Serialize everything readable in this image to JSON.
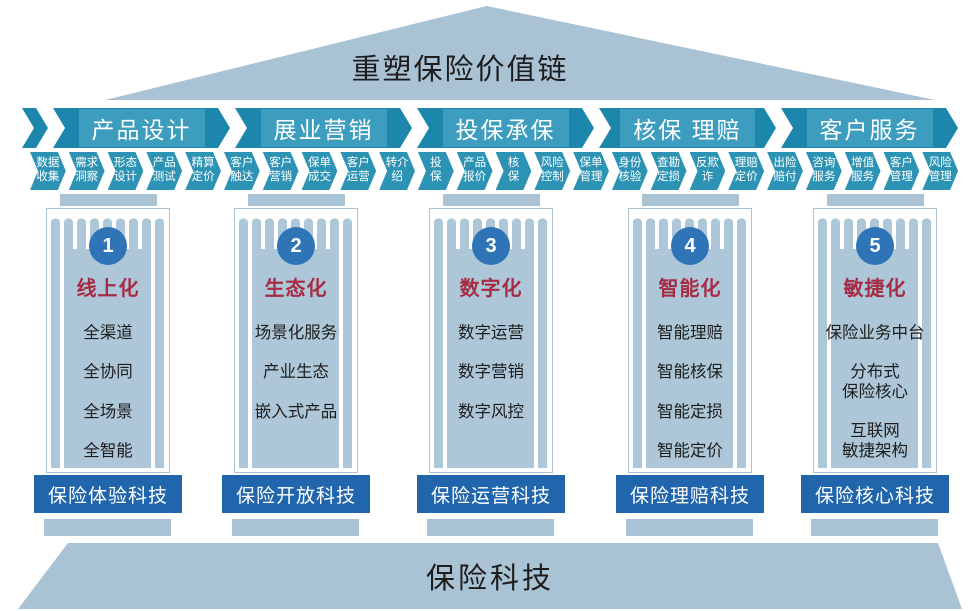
{
  "title": "重塑保险价值链",
  "base_label": "保险科技",
  "stages": [
    {
      "label": "产品设计",
      "steps": [
        "数据\n收集",
        "需求\n洞察",
        "形态\n设计",
        "产品\n测试",
        "精算\n定价"
      ]
    },
    {
      "label": "展业营销",
      "steps": [
        "客户\n触达",
        "客户\n营销",
        "保单\n成交",
        "客户\n运营",
        "转介\n绍"
      ]
    },
    {
      "label": "投保承保",
      "steps": [
        "投\n保",
        "产品\n报价",
        "核\n保",
        "风险\n控制",
        "保单\n管理"
      ]
    },
    {
      "label": "核保 理赔",
      "steps": [
        "身份\n核验",
        "查勘\n定损",
        "反欺\n诈",
        "理赔\n定价",
        "出险\n赔付"
      ]
    },
    {
      "label": "客户服务",
      "steps": [
        "咨询\n服务",
        "增值\n服务",
        "客户\n管理",
        "风险\n管理"
      ]
    }
  ],
  "pillars": [
    {
      "number": "1",
      "title": "线上化",
      "items": [
        "全渠道",
        "全协同",
        "全场景",
        "全智能"
      ],
      "footer": "保险体验科技"
    },
    {
      "number": "2",
      "title": "生态化",
      "items": [
        "场景化服务",
        "产业生态",
        "嵌入式产品"
      ],
      "footer": "保险开放科技"
    },
    {
      "number": "3",
      "title": "数字化",
      "items": [
        "数字运营",
        "数字营销",
        "数字风控"
      ],
      "footer": "保险运营科技"
    },
    {
      "number": "4",
      "title": "智能化",
      "items": [
        "智能理赔",
        "智能核保",
        "智能定损",
        "智能定价"
      ],
      "footer": "保险理赔科技"
    },
    {
      "number": "5",
      "title": "敏捷化",
      "items": [
        "保险业务中台",
        "分布式\n保险核心",
        "互联网\n敏捷架构"
      ],
      "footer": "保险核心科技"
    }
  ],
  "colors": {
    "stage_band": "#1C86AD",
    "stage_highlight": "#3C9DBE",
    "step_band": "#2D93B5",
    "structure_light_blue": "#A9C3D5",
    "pillar_flute": "#ADC7D8",
    "number_circle_blue": "#2E74B6",
    "pillar_title_red": "#A52C44",
    "footer_blue": "#2166AC",
    "text_dark": "#1D1D1D"
  }
}
